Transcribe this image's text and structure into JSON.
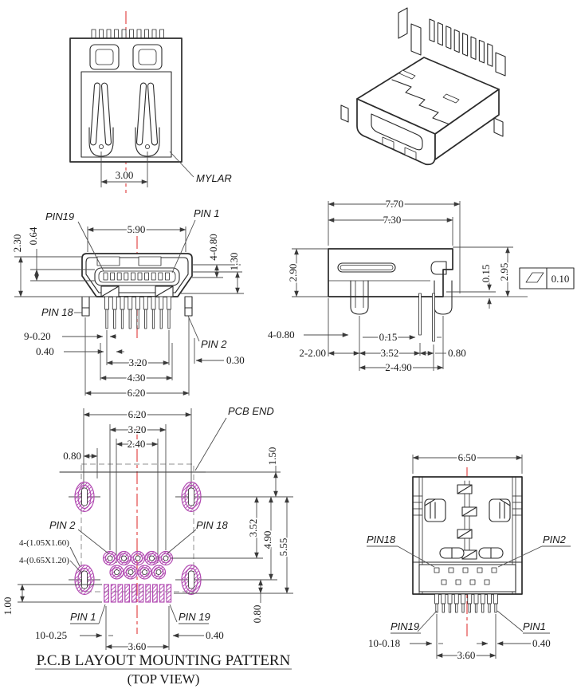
{
  "colors": {
    "line": "#2b2b2b",
    "dimension": "#4d4d4d",
    "centerline_red": "#e03838",
    "mylar_hatch_yellow": "#ddd455",
    "pad_magenta": "#b24cb2"
  },
  "bottom_view": {
    "dim_pitch": "3.00",
    "mylar_label": "MYLAR"
  },
  "front_view": {
    "dim_064": "0.64",
    "dim_230": "2.30",
    "pin19": "PIN19",
    "dim_590": "5.90",
    "pin1": "PIN 1",
    "dim_4x080": "4-0.80",
    "dim_130": "1.30",
    "pin18": "PIN 18",
    "dim_9x020": "9-0.20",
    "dim_040": "0.40",
    "pin2": "PIN 2",
    "dim_320": "3.20",
    "dim_030": "0.30",
    "dim_430": "4.30",
    "dim_620": "6.20"
  },
  "side_view": {
    "dim_770": "7.70",
    "dim_730": "7.30",
    "dim_290": "2.90",
    "dim_015_top": "0.15",
    "dim_295": "2.95",
    "flatness": "0.10",
    "dim_4x080": "4-0.80",
    "dim_015_bot": "0.15",
    "dim_2x200": "2-2.00",
    "dim_352": "3.52",
    "dim_080": "0.80",
    "dim_2x490": "2-4.90"
  },
  "pcb_layout": {
    "dim_620": "6.20",
    "dim_320": "3.20",
    "dim_240": "2.40",
    "dim_080_top": "0.80",
    "pcb_end": "PCB END",
    "dim_150": "1.50",
    "pin2": "PIN 2",
    "pin18": "PIN 18",
    "oval_note": "4-(1.05X1.60)",
    "slot_note": "4-(0.65X1.20)",
    "dim_352": "3.52",
    "dim_490": "4.90",
    "dim_555": "5.55",
    "dim_100": "1.00",
    "pin1": "PIN 1",
    "pin19": "PIN 19",
    "dim_10x025": "10-0.25",
    "dim_360": "3.60",
    "dim_040": "0.40",
    "dim_080_bot": "0.80"
  },
  "top_view": {
    "dim_650": "6.50",
    "pin18": "PIN18",
    "pin2": "PIN2",
    "pin19": "PIN19",
    "pin1": "PIN1",
    "dim_10x018": "10-0.18",
    "dim_360": "3.60",
    "dim_040": "0.40"
  },
  "title": {
    "line1": "P.C.B LAYOUT MOUNTING PATTERN",
    "line2": "(TOP VIEW)"
  }
}
